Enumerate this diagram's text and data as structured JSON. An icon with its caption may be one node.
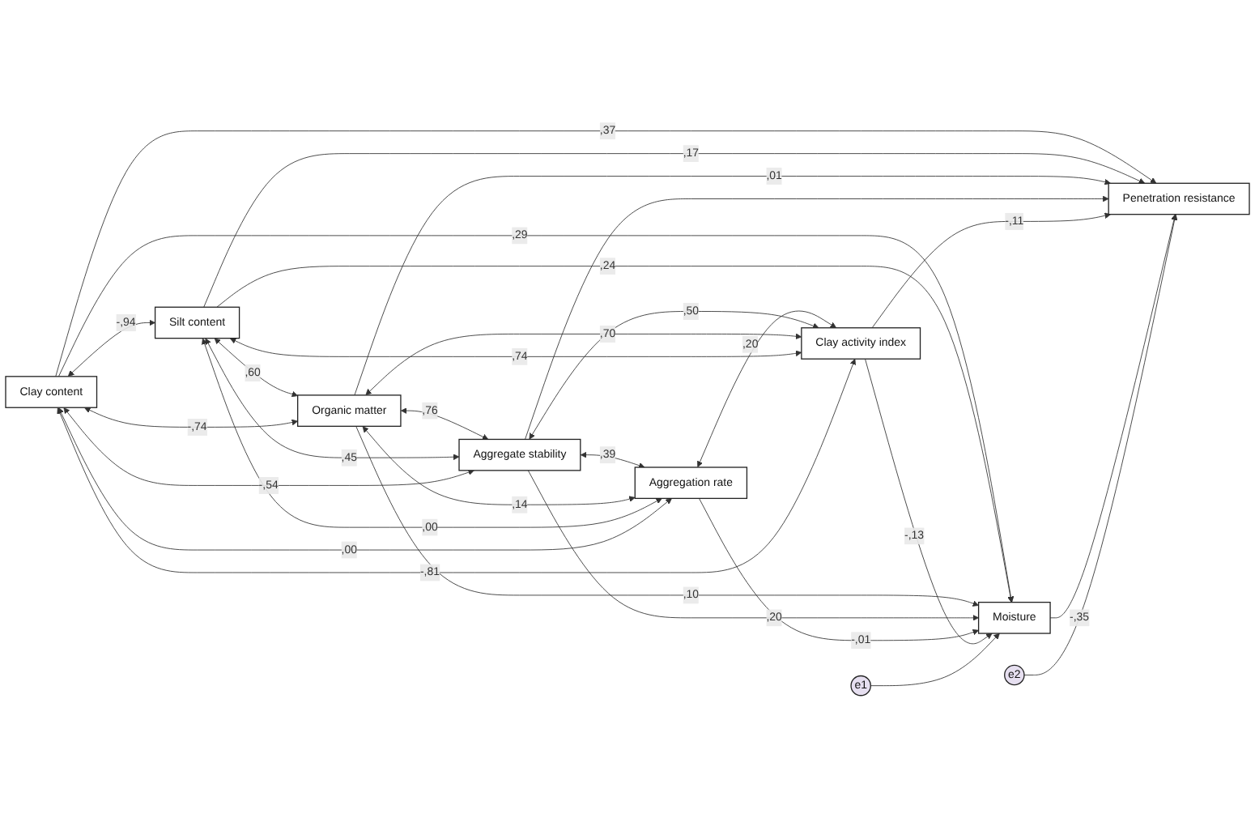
{
  "diagram": {
    "nodes": [
      {
        "text": [
          "Clay content"
        ]
      },
      {
        "text": [
          "Silt content"
        ]
      },
      {
        "text": [
          "Organic matter"
        ]
      },
      {
        "text": [
          "Aggregate stability"
        ]
      },
      {
        "text": [
          "Aggregation rate"
        ]
      },
      {
        "text": [
          "Clay activity index"
        ]
      },
      {
        "text": [
          "e1"
        ]
      },
      {
        "text": [
          "Moisture"
        ]
      },
      {
        "text": [
          "e2"
        ]
      },
      {
        "text": [
          "Penetration resistance"
        ]
      }
    ],
    "edges": [
      {
        "from": 0,
        "to": 1,
        "arrow": "both",
        "label": "-,94"
      },
      {
        "from": 1,
        "to": 2,
        "arrow": "both",
        "label": ",60"
      },
      {
        "from": 2,
        "to": 3,
        "arrow": "both",
        "label": ",76"
      },
      {
        "from": 3,
        "to": 4,
        "arrow": "both",
        "label": ",39"
      },
      {
        "from": 4,
        "to": 5,
        "arrow": "both",
        "label": ",20"
      },
      {
        "from": 0,
        "to": 2,
        "arrow": "both",
        "label": "-,74"
      },
      {
        "from": 1,
        "to": 3,
        "arrow": "both",
        "label": ",45"
      },
      {
        "from": 2,
        "to": 4,
        "arrow": "both",
        "label": ",14"
      },
      {
        "from": 3,
        "to": 5,
        "arrow": "both",
        "label": ",50"
      },
      {
        "from": 0,
        "to": 3,
        "arrow": "both",
        "label": "-,54"
      },
      {
        "from": 1,
        "to": 4,
        "arrow": "both",
        "label": ",00"
      },
      {
        "from": 2,
        "to": 5,
        "arrow": "both",
        "label": ",70"
      },
      {
        "from": 0,
        "to": 4,
        "arrow": "both",
        "label": ",00"
      },
      {
        "from": 1,
        "to": 5,
        "arrow": "both",
        "label": ",74"
      },
      {
        "from": 0,
        "to": 5,
        "arrow": "both",
        "label": "-,81"
      },
      {
        "from": 0,
        "to": 7,
        "arrow": "to",
        "label": ",29"
      },
      {
        "from": 0,
        "to": 9,
        "arrow": "to",
        "label": ",37"
      },
      {
        "from": 1,
        "to": 7,
        "arrow": "to",
        "label": ",24"
      },
      {
        "from": 1,
        "to": 9,
        "arrow": "to",
        "label": ",17"
      },
      {
        "from": 2,
        "to": 7,
        "arrow": "to",
        "label": ",10"
      },
      {
        "from": 2,
        "to": 9,
        "arrow": "to",
        "label": ",01"
      },
      {
        "from": 3,
        "to": 7,
        "arrow": "to",
        "label": ",20"
      },
      {
        "from": 3,
        "to": 9,
        "arrow": "to"
      },
      {
        "from": 4,
        "to": 7,
        "arrow": "to",
        "label": "-,01"
      },
      {
        "from": 5,
        "to": 7,
        "arrow": "to",
        "label": "-,13"
      },
      {
        "from": 5,
        "to": 9,
        "arrow": "to",
        "label": "-,11"
      },
      {
        "from": 6,
        "to": 7,
        "arrow": "to"
      },
      {
        "from": 7,
        "to": 9,
        "arrow": "to",
        "label": "-,35"
      },
      {
        "from": 8,
        "to": 9,
        "arrow": "to"
      }
    ]
  }
}
